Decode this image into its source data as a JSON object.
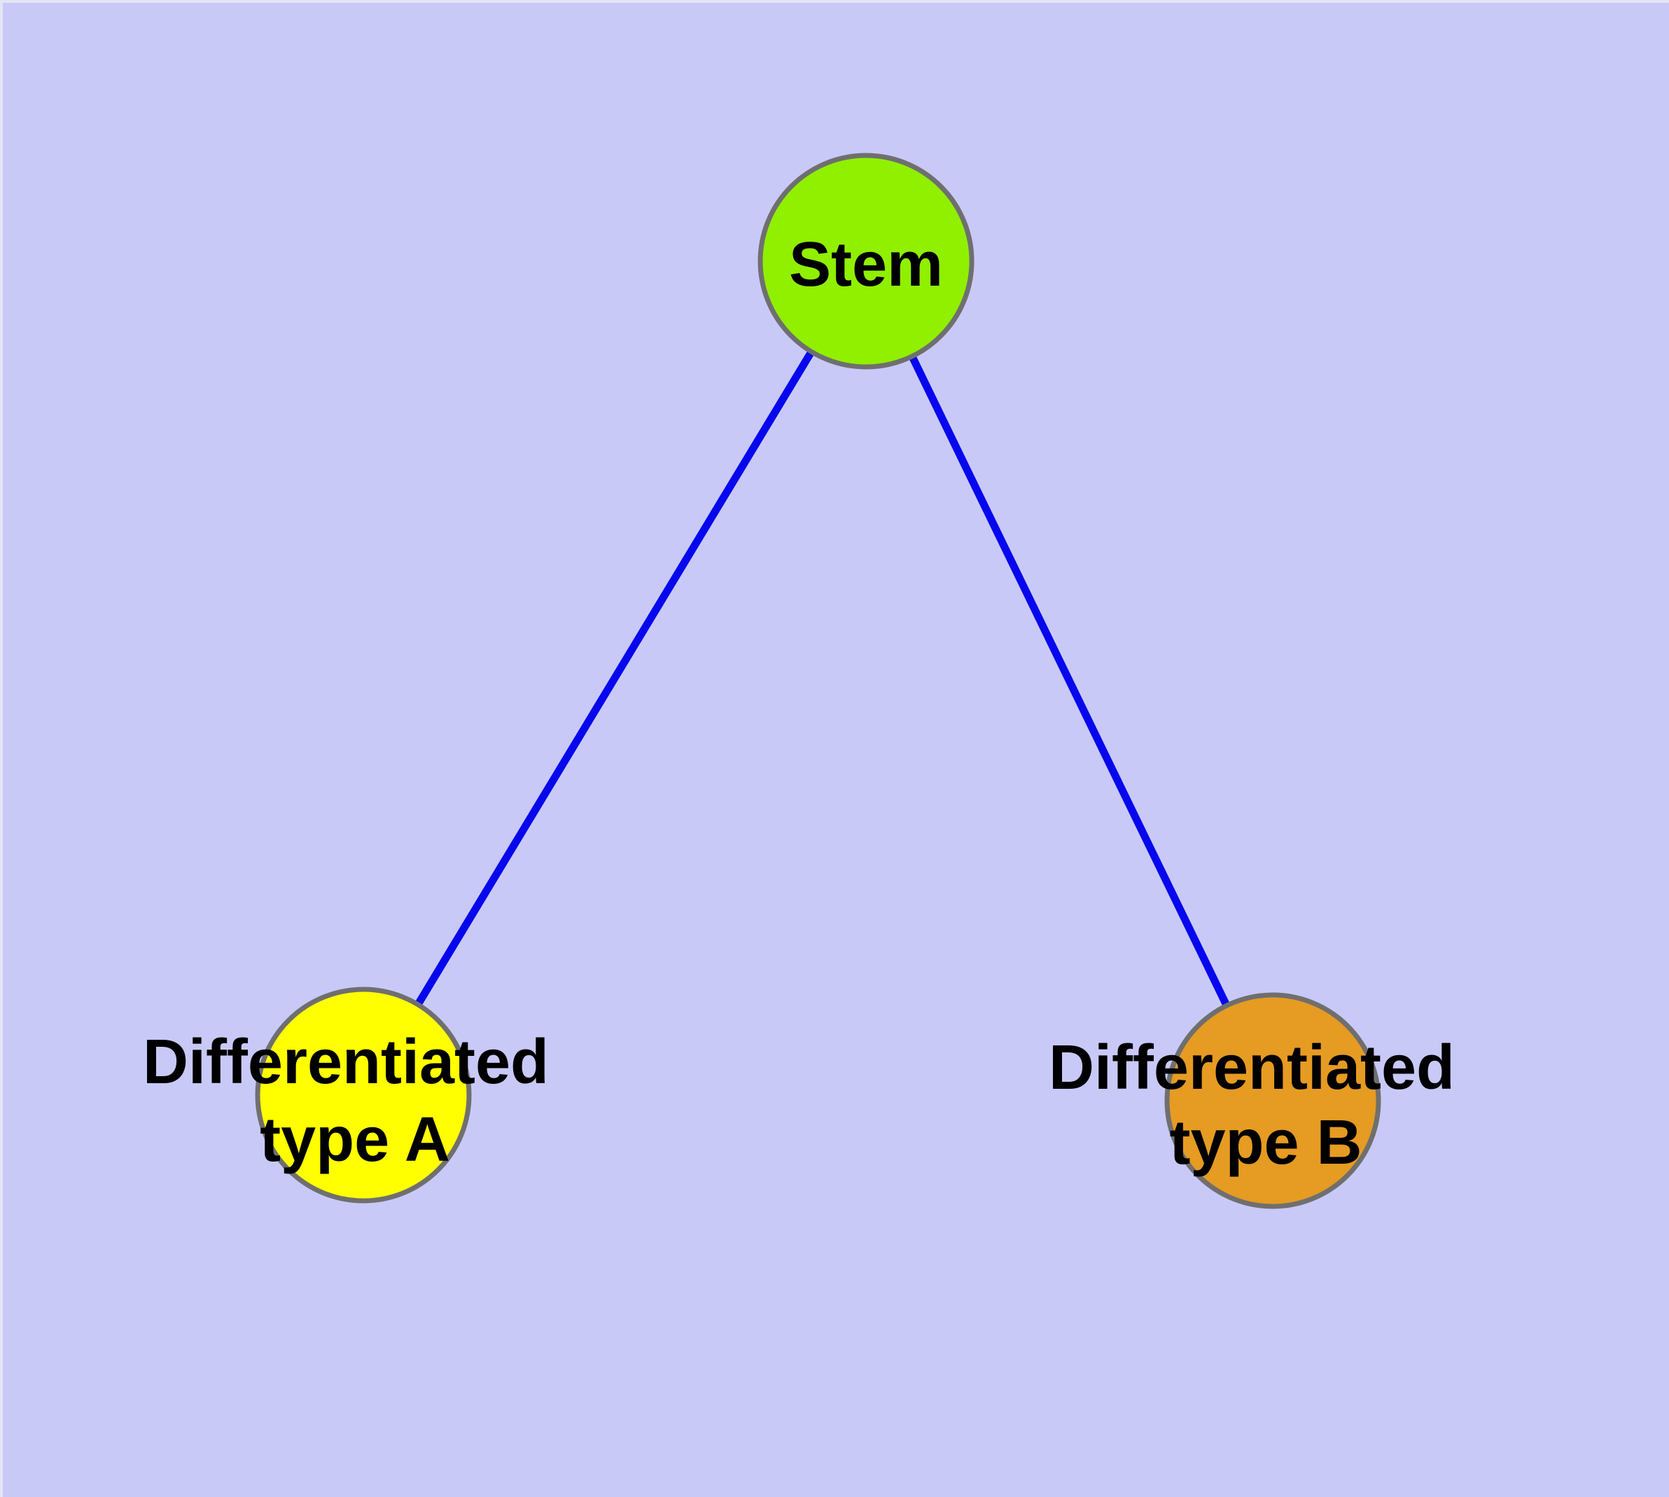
{
  "canvas": {
    "background": "#C9C9F8",
    "edge_strip_color": "#E4E4F7"
  },
  "diagram": {
    "type": "node-link-graph",
    "nodes": [
      {
        "id": "stem",
        "label": "Stem",
        "lines": [
          "Stem"
        ],
        "fill": "#90F000",
        "border_color": "#6F6F6F"
      },
      {
        "id": "differentiated-type-a",
        "label": "Differentiated type A",
        "lines": [
          "Differentiated",
          "type A"
        ],
        "fill": "#FFFF00",
        "border_color": "#6F6F6F"
      },
      {
        "id": "differentiated-type-b",
        "label": "Differentiated type B",
        "lines": [
          "Differentiated",
          "type B"
        ],
        "fill": "#E69B22",
        "border_color": "#6F6F6F"
      }
    ],
    "edges": [
      {
        "from": "stem",
        "to": "differentiated-type-a",
        "color": "#0707EE"
      },
      {
        "from": "stem",
        "to": "differentiated-type-b",
        "color": "#0707EE"
      }
    ]
  }
}
